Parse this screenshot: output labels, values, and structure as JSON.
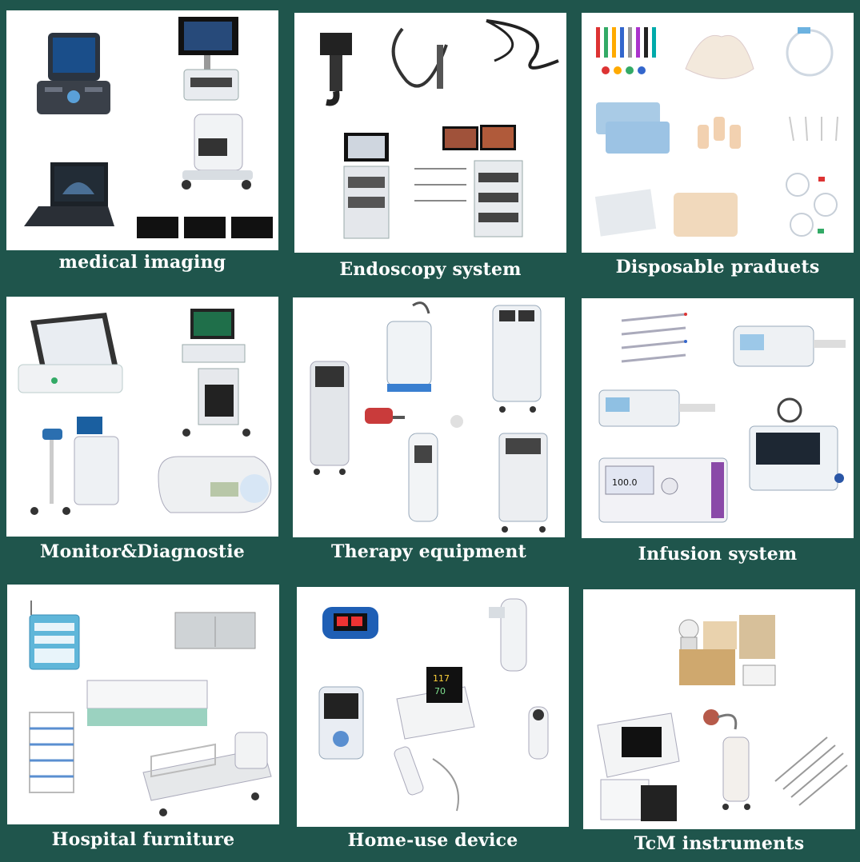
{
  "colors": {
    "background": "#1f554c",
    "panel": "#ffffff",
    "caption_text": "#ffffff"
  },
  "categories": [
    {
      "label": "medical imaging"
    },
    {
      "label": "Endoscopy system"
    },
    {
      "label": "Disposable praduets"
    },
    {
      "label": "Monitor&Diagnostie"
    },
    {
      "label": "Therapy equipment"
    },
    {
      "label": "Infusion system"
    },
    {
      "label": "Hospital furniture"
    },
    {
      "label": "Home-use device"
    },
    {
      "label": "TcM instruments"
    }
  ],
  "screen_readouts": {
    "infusion_pump_rate": "100.0",
    "bp_monitor_systolic": "117",
    "bp_monitor_diastolic": "70"
  }
}
